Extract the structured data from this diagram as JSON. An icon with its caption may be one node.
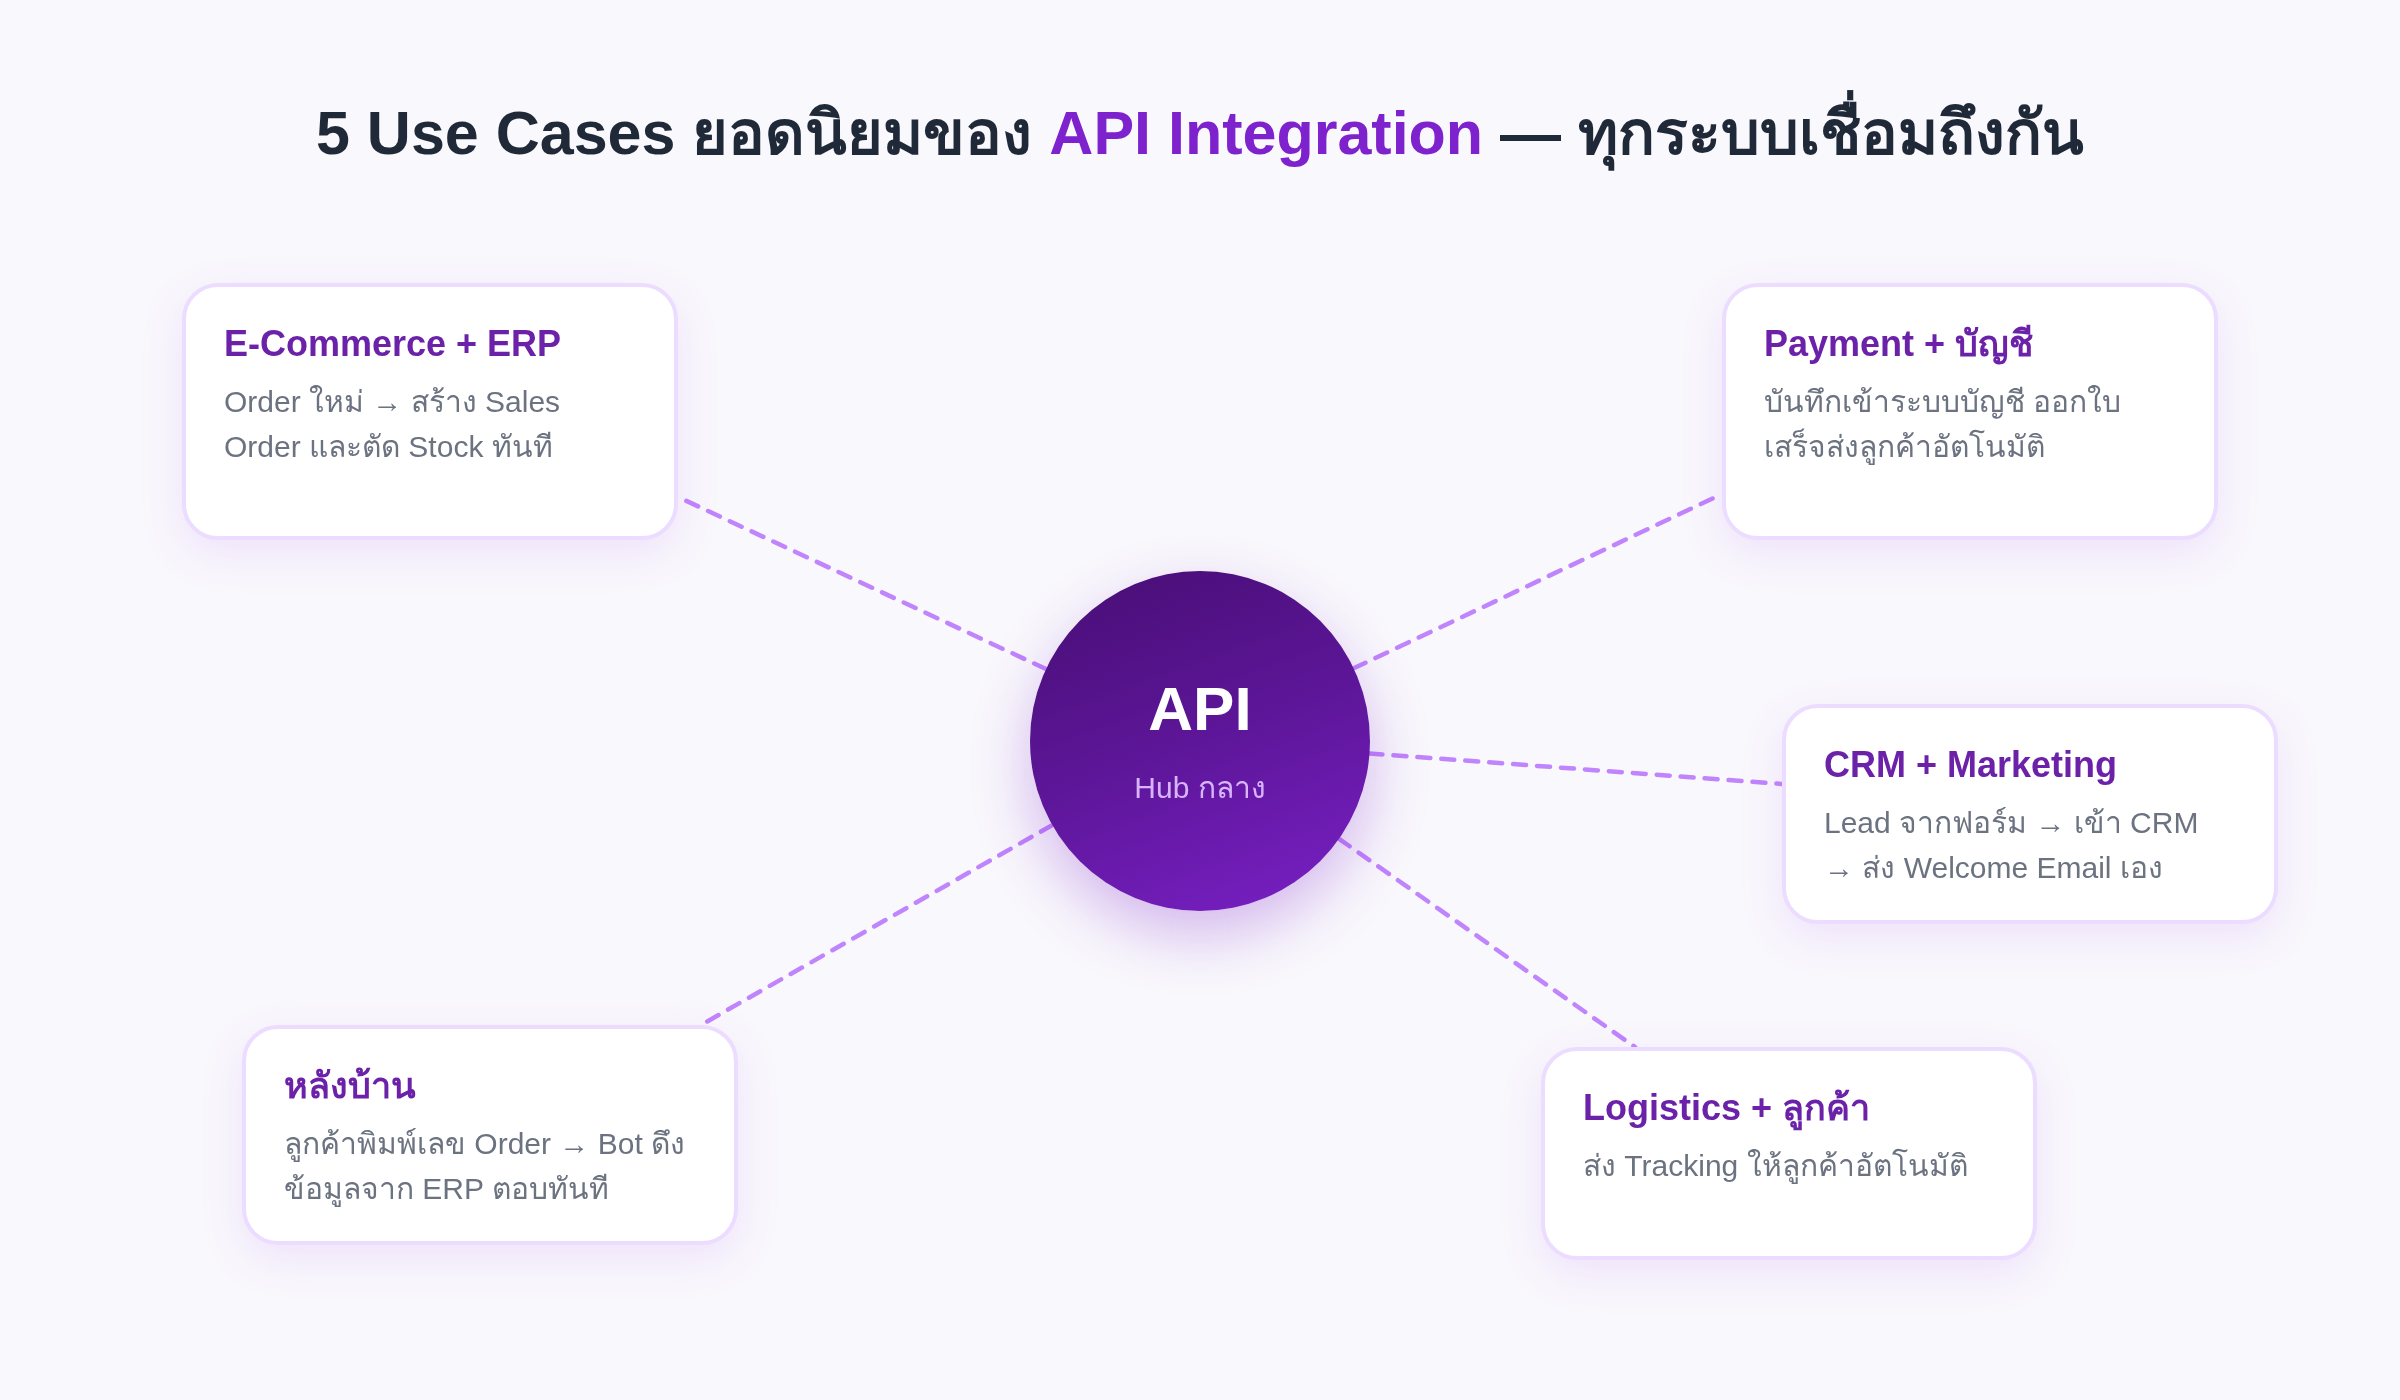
{
  "diagram": {
    "title": "5 Use Cases ยอดนิยมของ **API Integration** — ทุกระบบเชื่อมถึงกัน",
    "nodes": [
      {
        "text": [
          "E-Commerce + ERP",
          "Order ใหม่ → สร้าง Sales Order และตัด Stock ทันที"
        ]
      },
      {
        "text": [
          "Payment + บัญชี",
          "บันทึกเข้าระบบบัญชี ออกใบเสร็จส่งลูกค้าอัตโนมัติ"
        ]
      },
      {
        "text": [
          "API",
          "Hub กลาง"
        ]
      },
      {
        "text": [
          "CRM + Marketing",
          "Lead จากฟอร์ม → เข้า CRM → ส่ง Welcome Email เอง"
        ]
      },
      {
        "text": [
          "หลังบ้าน",
          "ลูกค้าพิมพ์เลข Order → Bot ดึงข้อมูลจาก ERP ตอบทันที"
        ]
      },
      {
        "text": [
          "Logistics + ลูกค้า",
          "ส่ง Tracking ให้ลูกค้าอัตโนมัติ"
        ]
      }
    ],
    "edges": [
      {
        "from": 2,
        "to": 0,
        "arrow": "none",
        "style": "dashed"
      },
      {
        "from": 2,
        "to": 1,
        "arrow": "none",
        "style": "dashed"
      },
      {
        "from": 2,
        "to": 3,
        "arrow": "none",
        "style": "dashed"
      },
      {
        "from": 2,
        "to": 4,
        "arrow": "none",
        "style": "dashed"
      },
      {
        "from": 2,
        "to": 5,
        "arrow": "none",
        "style": "dashed"
      }
    ]
  }
}
